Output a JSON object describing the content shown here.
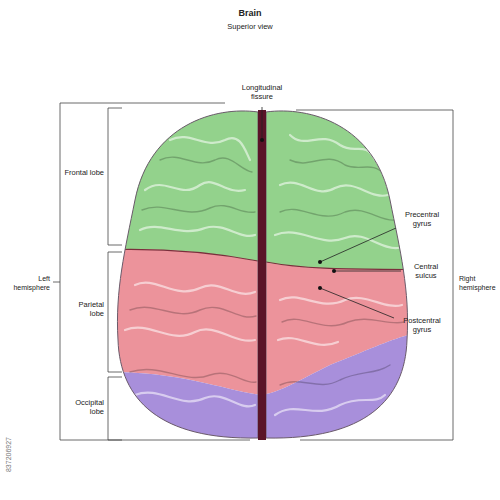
{
  "diagram": {
    "title": "Brain",
    "labels": [
      "Superior view",
      "Longitudinal fissure",
      "Frontal lobe",
      "Parietal lobe",
      "Occipital lobe",
      "Left hemisphere",
      "Precentral gyrus",
      "Central sulcus",
      "Postcentral gyrus",
      "Right hemisphere",
      "837206927"
    ]
  }
}
